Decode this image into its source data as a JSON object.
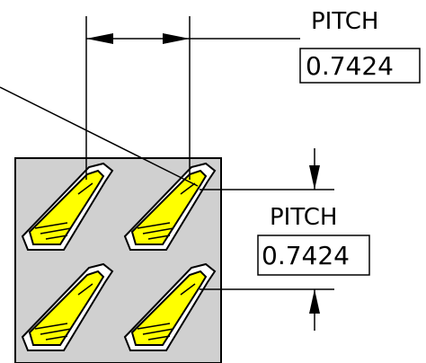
{
  "dimensions": {
    "horizontal": {
      "label": "PITCH",
      "value": "0.7424"
    },
    "vertical": {
      "label": "PITCH",
      "value": "0.7424"
    }
  },
  "pads": {
    "rows": 2,
    "columns": 2
  },
  "colors": {
    "substrate": "#d0d0d0",
    "pad_fill": "#ffff00",
    "pad_outline": "#000000",
    "line": "#000000"
  }
}
